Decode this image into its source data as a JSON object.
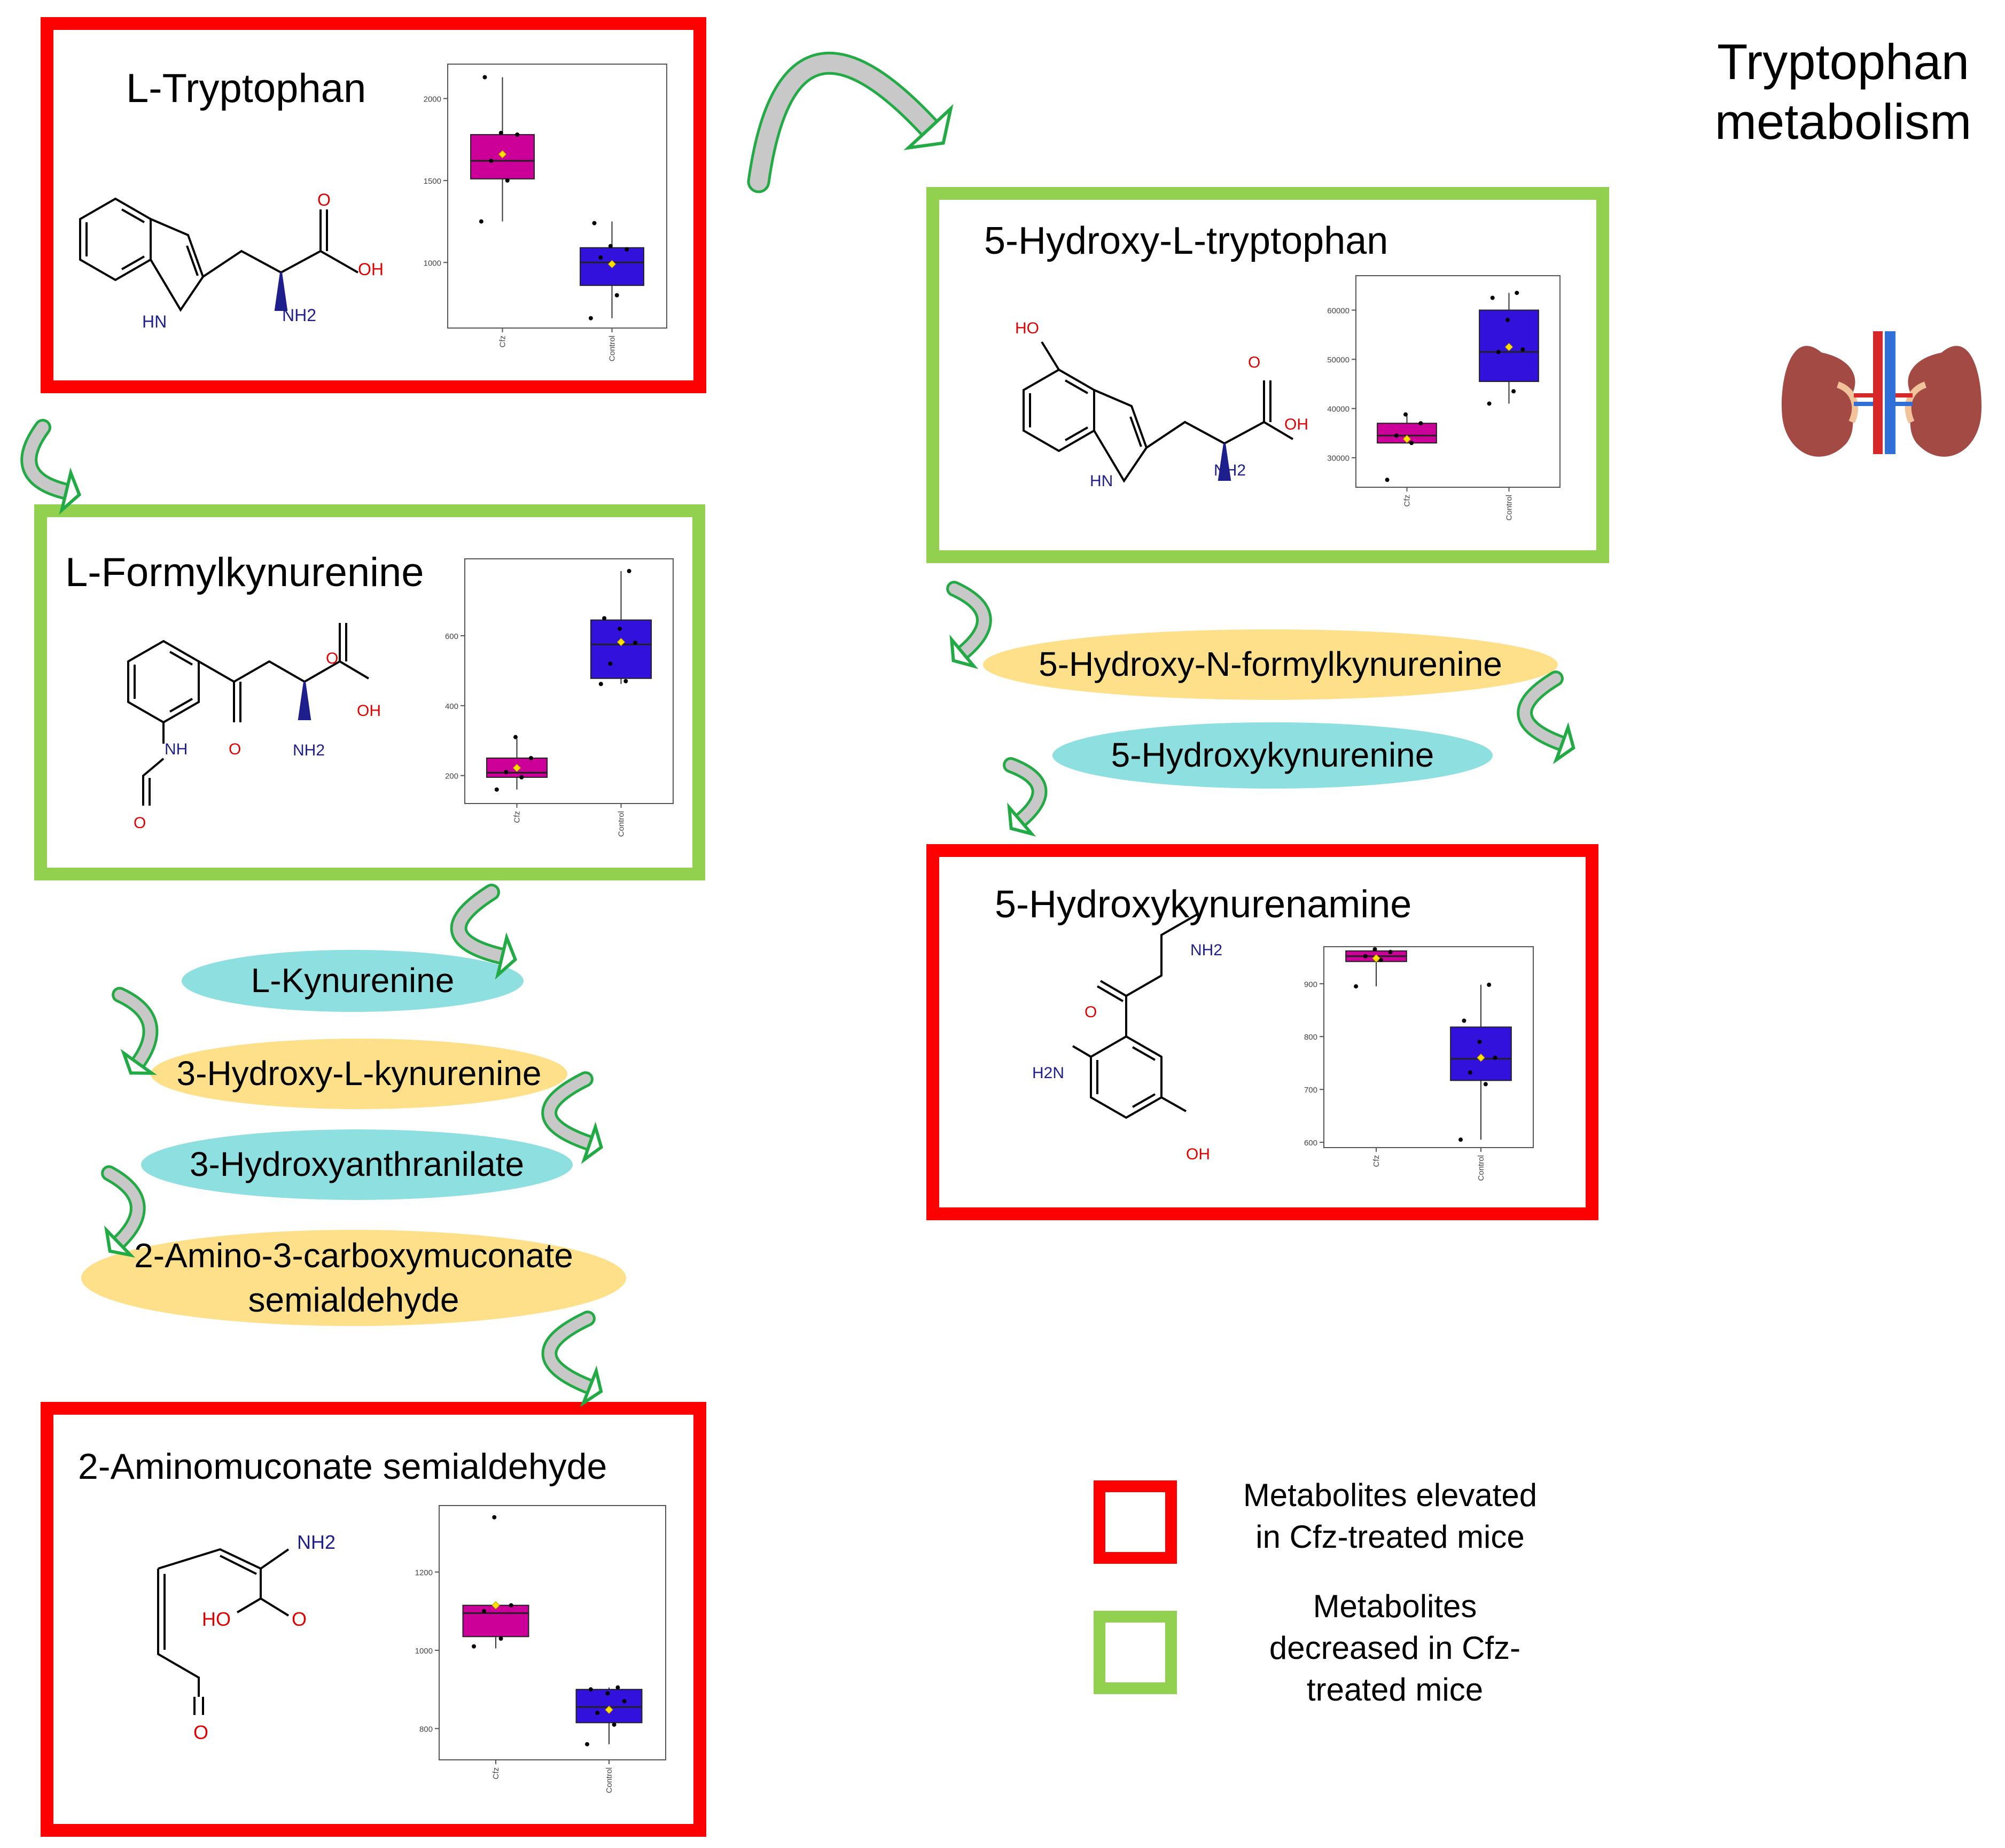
{
  "title": [
    "Tryptophan",
    "metabolism"
  ],
  "colors": {
    "elevated": "#ff0000",
    "decreased": "#92d050",
    "cfz_box": "#cc0099",
    "control_box": "#3311dd",
    "mean_marker": "#ffe000",
    "arrow_stroke": "#22aa44",
    "arrow_fill": "#c8c8c8",
    "oval_yellow": "#ffe08a",
    "oval_cyan": "#8ee0e0"
  },
  "boxes": [
    {
      "id": "trp",
      "name": "L-Tryptophan",
      "status": "elevated"
    },
    {
      "id": "nfk",
      "name": "L-Formylkynurenine",
      "status": "decreased"
    },
    {
      "id": "htp",
      "name": "5-Hydroxy-L-tryptophan",
      "status": "decreased"
    },
    {
      "id": "hka",
      "name": "5-Hydroxykynurenamine",
      "status": "elevated"
    },
    {
      "id": "ams",
      "name": "2-Aminomuconate semialdehyde",
      "status": "elevated"
    }
  ],
  "intermediates": [
    {
      "id": "kyn",
      "label": "L-Kynurenine",
      "color": "cyan"
    },
    {
      "id": "hk",
      "label": "3-Hydroxy-L-kynurenine",
      "color": "yellow"
    },
    {
      "id": "haa",
      "label": "3-Hydroxyanthranilate",
      "color": "cyan"
    },
    {
      "id": "acms",
      "label": "2-Amino-3-carboxymuconate\nsemialdehyde",
      "color": "yellow"
    },
    {
      "id": "hnfk",
      "label": "5-Hydroxy-N-formylkynurenine",
      "color": "yellow"
    },
    {
      "id": "hkyn",
      "label": "5-Hydroxykynurenine",
      "color": "cyan"
    }
  ],
  "structure_labels": {
    "trp": {
      "o": "O",
      "oh": "OH",
      "nh2": "NH2",
      "hn": "HN"
    },
    "nfk": {
      "o1": "O",
      "oh": "OH",
      "o2": "O",
      "nh2": "NH2",
      "nh": "NH",
      "o3": "O"
    },
    "htp": {
      "ho": "HO",
      "o": "O",
      "oh": "OH",
      "nh2": "NH2",
      "hn": "HN"
    },
    "hka": {
      "nh2_top": "NH2",
      "o": "O",
      "h2n": "H2N",
      "oh": "OH"
    },
    "ams": {
      "nh2": "NH2",
      "ho": "HO",
      "o1": "O",
      "o2": "O"
    }
  },
  "legend": [
    {
      "status": "elevated",
      "text": "Metabolites elevated in Cfz-treated mice"
    },
    {
      "status": "decreased",
      "text": "Metabolites decreased in Cfz-treated mice"
    }
  ],
  "chart_data": [
    {
      "id": "trp",
      "type": "box",
      "categories": [
        "Cfz",
        "Control"
      ],
      "yticks": [
        1000,
        1500,
        2000
      ],
      "ylim": [
        600,
        2210
      ],
      "series": [
        {
          "q1": 1510,
          "median": 1620,
          "q3": 1780,
          "min": 1250,
          "max": 2130,
          "mean": 1660,
          "points": [
            1250,
            1500,
            1620,
            1780,
            1790,
            2130
          ]
        },
        {
          "q1": 860,
          "median": 1000,
          "q3": 1090,
          "min": 660,
          "max": 1250,
          "mean": 990,
          "points": [
            660,
            800,
            1030,
            1080,
            1100,
            1240
          ]
        }
      ]
    },
    {
      "id": "nfk",
      "type": "box",
      "categories": [
        "Cfz",
        "Control"
      ],
      "yticks": [
        200,
        400,
        600
      ],
      "ylim": [
        120,
        820
      ],
      "series": [
        {
          "q1": 195,
          "median": 208,
          "q3": 250,
          "min": 160,
          "max": 305,
          "mean": 222,
          "points": [
            160,
            195,
            210,
            250,
            310
          ]
        },
        {
          "q1": 478,
          "median": 575,
          "q3": 645,
          "min": 462,
          "max": 785,
          "mean": 582,
          "points": [
            462,
            470,
            520,
            580,
            620,
            650,
            785
          ]
        }
      ]
    },
    {
      "id": "htp",
      "type": "box",
      "categories": [
        "Cfz",
        "Control"
      ],
      "yticks": [
        30000,
        40000,
        50000,
        60000
      ],
      "ylim": [
        24000,
        67000
      ],
      "series": [
        {
          "q1": 33000,
          "median": 34500,
          "q3": 37000,
          "min": 33000,
          "max": 38500,
          "mean": 33800,
          "points": [
            25500,
            33000,
            34500,
            37000,
            38800
          ]
        },
        {
          "q1": 45500,
          "median": 51500,
          "q3": 60000,
          "min": 41000,
          "max": 63500,
          "mean": 52500,
          "points": [
            41000,
            43500,
            51500,
            52000,
            58000,
            62500,
            63500
          ]
        }
      ]
    },
    {
      "id": "hka",
      "type": "box",
      "categories": [
        "Cfz",
        "Control"
      ],
      "yticks": [
        600,
        700,
        800,
        900
      ],
      "ylim": [
        590,
        970
      ],
      "series": [
        {
          "q1": 942,
          "median": 952,
          "q3": 962,
          "min": 895,
          "max": 968,
          "mean": 948,
          "points": [
            895,
            945,
            952,
            960,
            965
          ]
        },
        {
          "q1": 717,
          "median": 758,
          "q3": 818,
          "min": 605,
          "max": 898,
          "mean": 760,
          "points": [
            605,
            710,
            732,
            760,
            790,
            830,
            898
          ]
        }
      ]
    },
    {
      "id": "ams",
      "type": "box",
      "categories": [
        "Cfz",
        "Control"
      ],
      "yticks": [
        800,
        1000,
        1200
      ],
      "ylim": [
        720,
        1370
      ],
      "series": [
        {
          "q1": 1035,
          "median": 1095,
          "q3": 1115,
          "min": 1005,
          "max": 1115,
          "mean": 1115,
          "points": [
            1010,
            1030,
            1100,
            1115,
            1340
          ]
        },
        {
          "q1": 815,
          "median": 855,
          "q3": 900,
          "min": 760,
          "max": 905,
          "mean": 848,
          "points": [
            760,
            810,
            840,
            870,
            890,
            900,
            905
          ]
        }
      ]
    }
  ]
}
